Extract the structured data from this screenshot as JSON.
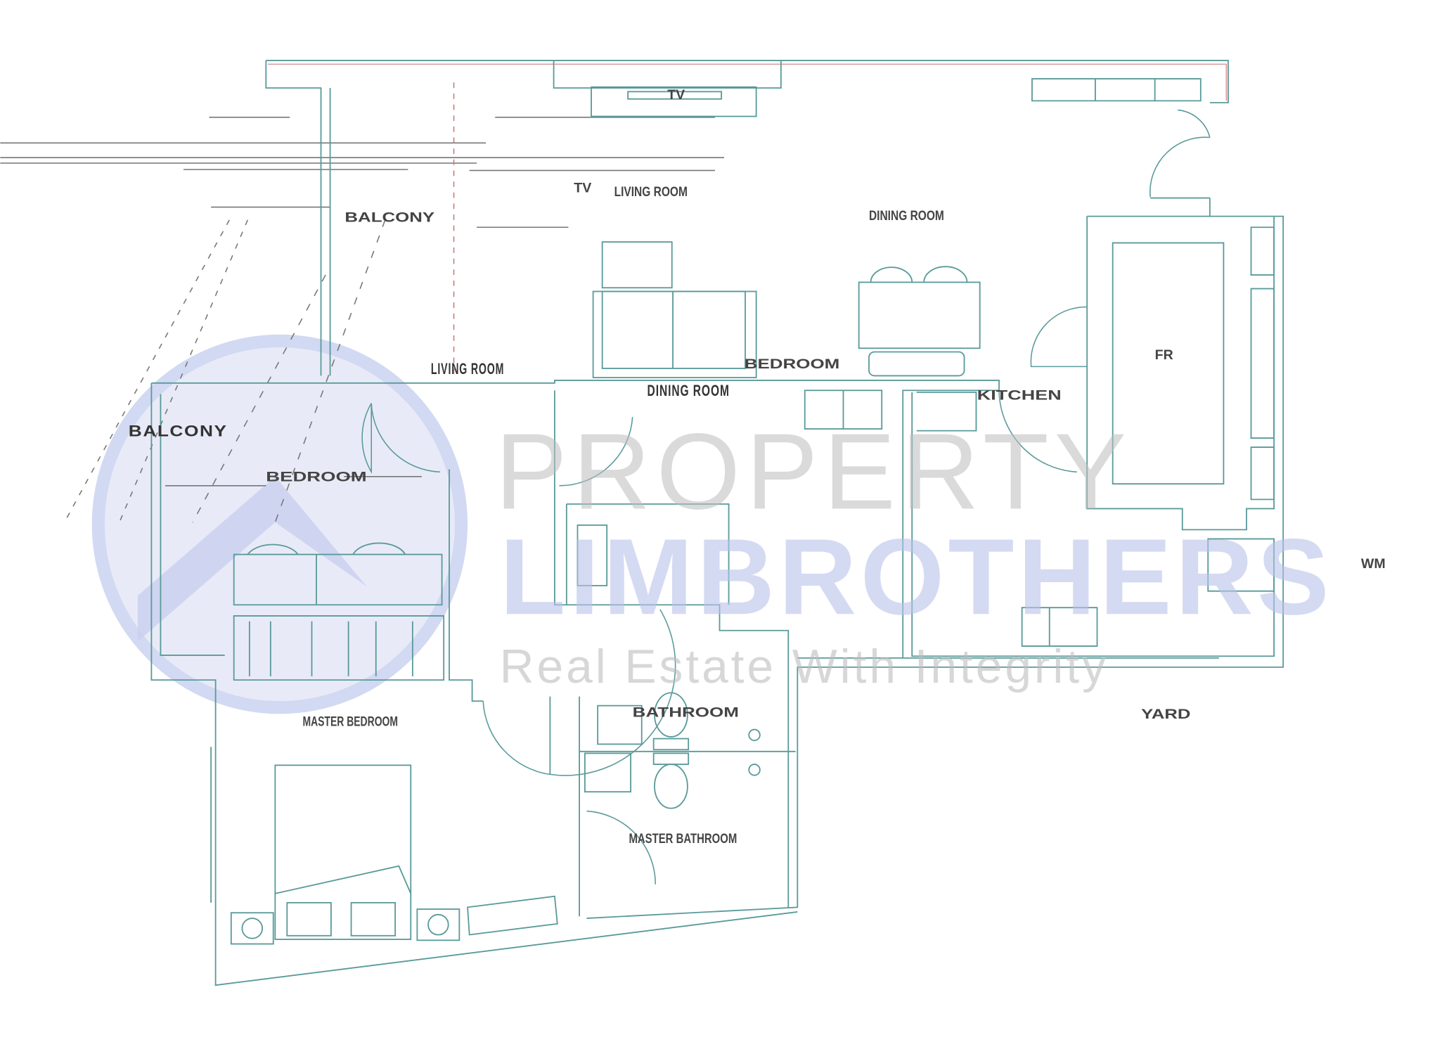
{
  "plan": {
    "labels": {
      "tv": "TV",
      "tv_small": "TV",
      "living_room": "LIVING ROOM",
      "living_room_ghost": "LIVING ROOM",
      "dining_room_top": "DINING ROOM",
      "dining_room_ghost": "DINING ROOM",
      "balcony_top": "BALCONY",
      "balcony_ghost": "BALCONY",
      "bedroom_ghost": "BEDROOM",
      "bedroom": "BEDROOM",
      "kitchen": "KITCHEN",
      "yard": "YARD",
      "wm": "WM",
      "fridge": "FR",
      "bathroom": "BATHROOM",
      "master_bedroom": "MASTER BEDROOM",
      "master_bathroom": "MASTER BATHROOM"
    }
  },
  "watermark": {
    "line1": "PROPERTY",
    "line2": "LIMBROTHERS",
    "tagline": "Real Estate With Integrity",
    "color": "#b9c2ea"
  }
}
